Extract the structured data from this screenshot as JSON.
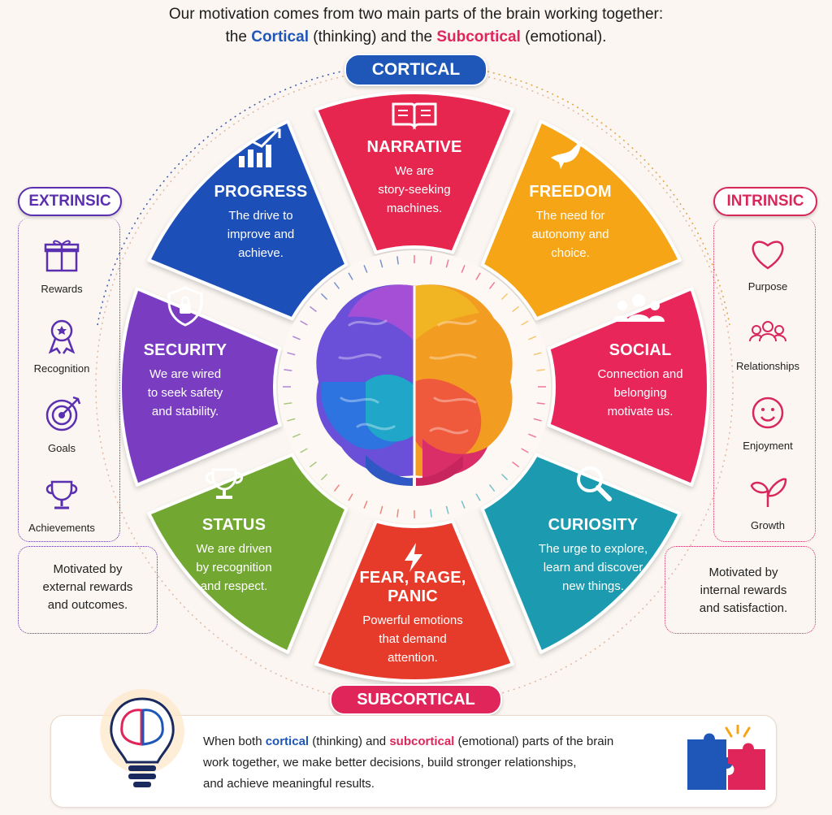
{
  "header": {
    "line1": "Our motivation comes from two main parts of the brain working together:",
    "line2_pre": "the ",
    "line2_cortical": "Cortical",
    "line2_mid": " (thinking) and the ",
    "line2_subcortical": "Subcortical",
    "line2_post": " (emotional)."
  },
  "labels": {
    "cortical": "CORTICAL",
    "subcortical": "SUBCORTICAL",
    "extrinsic": "EXTRINSIC",
    "intrinsic": "INTRINSIC"
  },
  "segments": [
    {
      "key": "narrative",
      "title": "NARRATIVE",
      "desc": [
        "We are",
        "story-seeking",
        "machines."
      ],
      "color": "#e7254f",
      "icon": "book-icon"
    },
    {
      "key": "freedom",
      "title": "FREEDOM",
      "desc": [
        "The need for",
        "autonomy and",
        "choice."
      ],
      "color": "#f6a515",
      "icon": "bird-icon"
    },
    {
      "key": "social",
      "title": "SOCIAL",
      "desc": [
        "Connection and",
        "belonging",
        "motivate us."
      ],
      "color": "#e9285a",
      "icon": "people-icon"
    },
    {
      "key": "curiosity",
      "title": "CURIOSITY",
      "desc": [
        "The urge to explore,",
        "learn and discover",
        "new things."
      ],
      "color": "#1b9bb0",
      "icon": "magnifier-icon"
    },
    {
      "key": "fear",
      "title": "FEAR, RAGE,",
      "title2": "PANIC",
      "desc": [
        "Powerful emotions",
        "that demand",
        "attention."
      ],
      "color": "#e63a2b",
      "icon": "lightning-icon"
    },
    {
      "key": "status",
      "title": "STATUS",
      "desc": [
        "We are driven",
        "by recognition",
        "and respect."
      ],
      "color": "#72a832",
      "icon": "trophy-icon"
    },
    {
      "key": "security",
      "title": "SECURITY",
      "desc": [
        "We are wired",
        "to seek safety",
        "and stability."
      ],
      "color": "#7a3dc2",
      "icon": "shield-lock-icon"
    },
    {
      "key": "progress",
      "title": "PROGRESS",
      "desc": [
        "The drive to",
        "improve and",
        "achieve."
      ],
      "color": "#1f4fb8",
      "icon": "growth-chart-icon"
    }
  ],
  "extrinsic": {
    "items": [
      {
        "label": "Rewards",
        "icon": "gift-icon"
      },
      {
        "label": "Recognition",
        "icon": "ribbon-badge-icon"
      },
      {
        "label": "Goals",
        "icon": "target-icon"
      },
      {
        "label": "Achievements",
        "icon": "trophy-outline-icon"
      }
    ],
    "note": [
      "Motivated by",
      "external rewards",
      "and outcomes."
    ],
    "color": "#5a2fb0"
  },
  "intrinsic": {
    "items": [
      {
        "label": "Purpose",
        "icon": "heart-icon"
      },
      {
        "label": "Relationships",
        "icon": "group-icon"
      },
      {
        "label": "Enjoyment",
        "icon": "smiley-icon"
      },
      {
        "label": "Growth",
        "icon": "sprout-icon"
      }
    ],
    "note": [
      "Motivated by",
      "internal rewards",
      "and satisfaction."
    ],
    "color": "#d8285a"
  },
  "footer": {
    "pre": "When both ",
    "cortical": "cortical",
    "mid1": " (thinking) and ",
    "subcortical": "subcortical",
    "mid2": " (emotional) parts of the brain",
    "line2": "work together, we make better decisions, build stronger relationships,",
    "line3": "and achieve meaningful results."
  }
}
